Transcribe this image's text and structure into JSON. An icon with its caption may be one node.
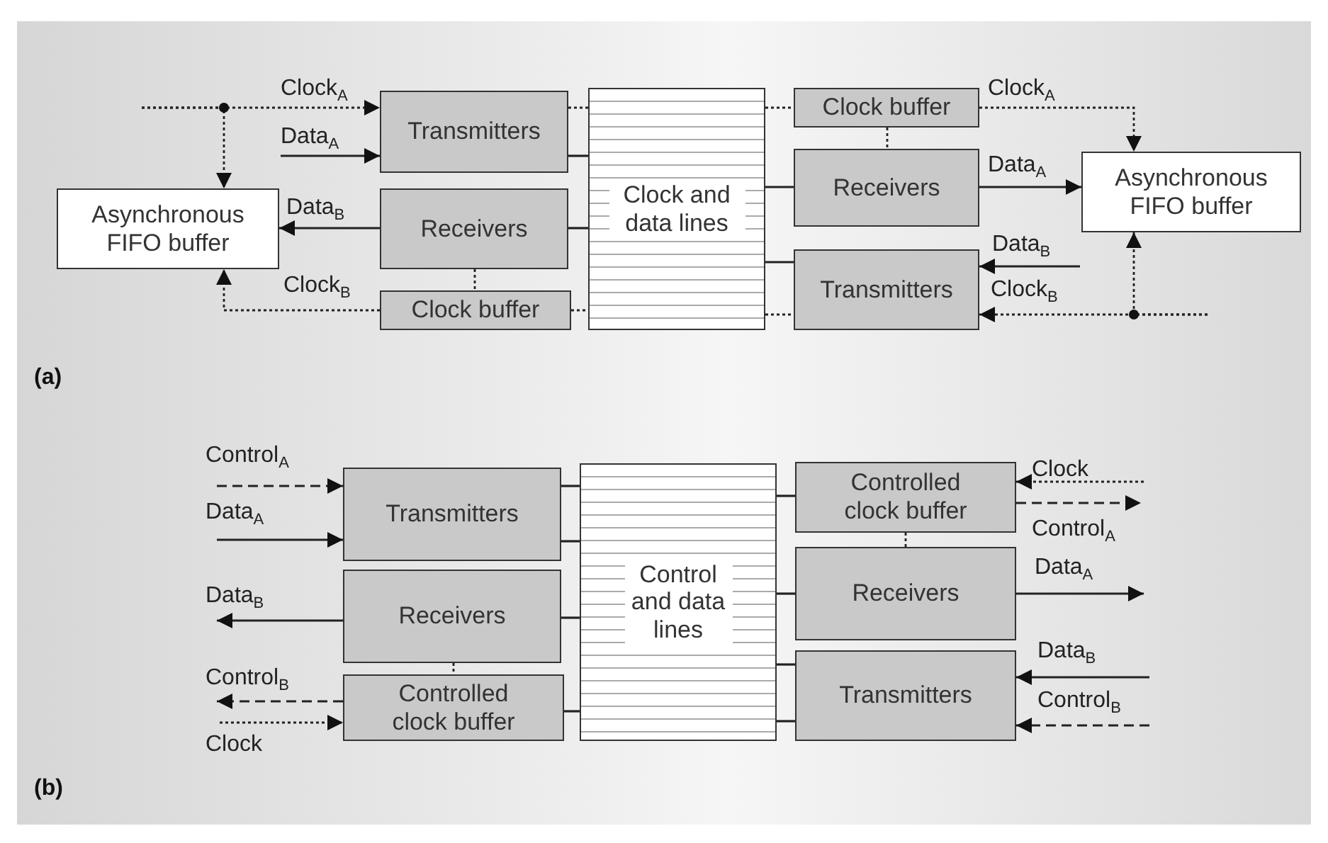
{
  "diagram": {
    "nodes": [
      {
        "text": [
          "Asynchronous FIFO buffer"
        ]
      },
      {
        "text": [
          "Transmitters"
        ]
      },
      {
        "text": [
          "Receivers"
        ]
      },
      {
        "text": [
          "Clock buffer"
        ]
      },
      {
        "text": [
          "Clock and data lines"
        ]
      },
      {
        "text": [
          "Clock buffer"
        ]
      },
      {
        "text": [
          "Receivers"
        ]
      },
      {
        "text": [
          "Transmitters"
        ]
      },
      {
        "text": [
          "Asynchronous FIFO buffer"
        ]
      },
      {
        "text": [
          "Transmitters"
        ]
      },
      {
        "text": [
          "Receivers"
        ]
      },
      {
        "text": [
          "Controlled clock buffer"
        ]
      },
      {
        "text": [
          "Control and data lines"
        ]
      },
      {
        "text": [
          "Controlled clock buffer"
        ]
      },
      {
        "text": [
          "Receivers"
        ]
      },
      {
        "text": [
          "Transmitters"
        ]
      }
    ],
    "edges": [
      {
        "from": null,
        "to": 1,
        "arrow": "to",
        "label": "Clock$_{A}$",
        "style": "dashed"
      },
      {
        "from": null,
        "to": 0,
        "arrow": "to",
        "style": "dashed"
      },
      {
        "from": null,
        "to": 1,
        "arrow": "to",
        "label": "Data$_{A}$"
      },
      {
        "from": 2,
        "to": 0,
        "arrow": "to",
        "label": "Data$_{B}$"
      },
      {
        "from": 3,
        "to": 0,
        "arrow": "to",
        "label": "Clock$_{B}$",
        "style": "dashed"
      },
      {
        "from": 2,
        "to": 3,
        "arrow": "none",
        "style": "dashed"
      },
      {
        "from": 1,
        "to": 4,
        "arrow": "none",
        "style": "dashed"
      },
      {
        "from": 1,
        "to": 4,
        "arrow": "none"
      },
      {
        "from": 2,
        "to": 4,
        "arrow": "none"
      },
      {
        "from": 3,
        "to": 4,
        "arrow": "none",
        "style": "dashed"
      },
      {
        "from": 4,
        "to": 5,
        "arrow": "none",
        "style": "dashed"
      },
      {
        "from": 5,
        "to": 8,
        "arrow": "to",
        "label": "Clock$_{A}$",
        "style": "dashed"
      },
      {
        "from": 5,
        "to": 6,
        "arrow": "none",
        "style": "dashed"
      },
      {
        "from": 4,
        "to": 6,
        "arrow": "none"
      },
      {
        "from": 6,
        "to": 8,
        "arrow": "to",
        "label": "Data$_{A}$"
      },
      {
        "from": 4,
        "to": 7,
        "arrow": "none"
      },
      {
        "from": 4,
        "to": 7,
        "arrow": "none",
        "style": "dashed"
      },
      {
        "from": null,
        "to": 7,
        "arrow": "to",
        "label": "Data$_{B}$"
      },
      {
        "from": null,
        "to": 7,
        "arrow": "to",
        "label": "Clock$_{B}$",
        "style": "dashed"
      },
      {
        "from": null,
        "to": 8,
        "arrow": "to",
        "style": "dashed"
      },
      {
        "from": null,
        "to": 9,
        "arrow": "to",
        "label": "Control$_{A}$",
        "style": "dashed"
      },
      {
        "from": null,
        "to": 9,
        "arrow": "to",
        "label": "Data$_{A}$"
      },
      {
        "from": 9,
        "to": 12,
        "arrow": "none"
      },
      {
        "from": 9,
        "to": 12,
        "arrow": "none"
      },
      {
        "from": 10,
        "to": null,
        "arrow": "to",
        "label": "Data$_{B}$"
      },
      {
        "from": 10,
        "to": 12,
        "arrow": "none"
      },
      {
        "from": 10,
        "to": 11,
        "arrow": "none",
        "style": "dashed"
      },
      {
        "from": 11,
        "to": null,
        "arrow": "to",
        "label": "Control$_{B}$",
        "style": "dashed"
      },
      {
        "from": null,
        "to": 11,
        "arrow": "to",
        "label": "Clock",
        "style": "dashed"
      },
      {
        "from": 11,
        "to": 12,
        "arrow": "none"
      },
      {
        "from": 12,
        "to": 13,
        "arrow": "none"
      },
      {
        "from": null,
        "to": 13,
        "arrow": "to",
        "label": "Clock",
        "style": "dashed"
      },
      {
        "from": 13,
        "to": null,
        "arrow": "to",
        "label": "Control$_{A}$",
        "style": "dashed"
      },
      {
        "from": 13,
        "to": 14,
        "arrow": "none",
        "style": "dashed"
      },
      {
        "from": 12,
        "to": 14,
        "arrow": "none"
      },
      {
        "from": 14,
        "to": null,
        "arrow": "to",
        "label": "Data$_{A}$"
      },
      {
        "from": 12,
        "to": 15,
        "arrow": "none"
      },
      {
        "from": 12,
        "to": 15,
        "arrow": "none"
      },
      {
        "from": null,
        "to": 15,
        "arrow": "to",
        "label": "Data$_{B}$"
      },
      {
        "from": null,
        "to": 15,
        "arrow": "to",
        "label": "Control$_{B}$",
        "style": "dashed"
      }
    ],
    "labels": [
      "(a)",
      "(b)"
    ]
  }
}
